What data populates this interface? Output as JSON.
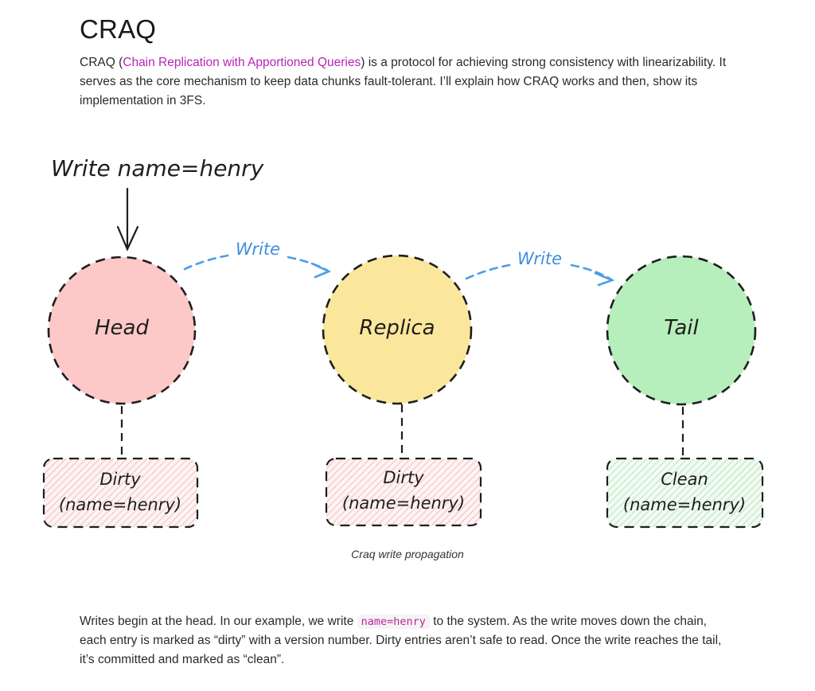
{
  "article": {
    "title": "CRAQ",
    "intro": {
      "before": "CRAQ (",
      "link": "Chain Replication with Apportioned Queries",
      "after": ") is a protocol for achieving strong consistency with linearizability. It serves as the core mechanism to keep data chunks fault-tolerant. I’ll explain how CRAQ works and then, show its implementation in 3FS."
    },
    "caption": "Craq write propagation",
    "body": {
      "before": "Writes begin at the head. In our example, we write ",
      "code": "name=henry",
      "after": " to the system. As the write moves down the chain, each entry is marked as “dirty” with a version number. Dirty entries aren’t safe to read. Once the write reaches the tail, it’s committed and marked as “clean”."
    }
  },
  "diagram": {
    "incoming_label": "Write name=henry",
    "arrow_labels": [
      "Write",
      "Write"
    ],
    "nodes": [
      {
        "name": "Head",
        "status": "Dirty",
        "entry": "(name=henry)",
        "fill": "#fdc8c8",
        "hatch": "#f0a0a0"
      },
      {
        "name": "Replica",
        "status": "Dirty",
        "entry": "(name=henry)",
        "fill": "#fbe79c",
        "hatch": "#f0a0a0"
      },
      {
        "name": "Tail",
        "status": "Clean",
        "entry": "(name=henry)",
        "fill": "#b6eebc",
        "hatch": "#9ad8a0"
      }
    ],
    "arrow_color": "#4a9ee8",
    "stroke_color": "#1e1e1e"
  }
}
